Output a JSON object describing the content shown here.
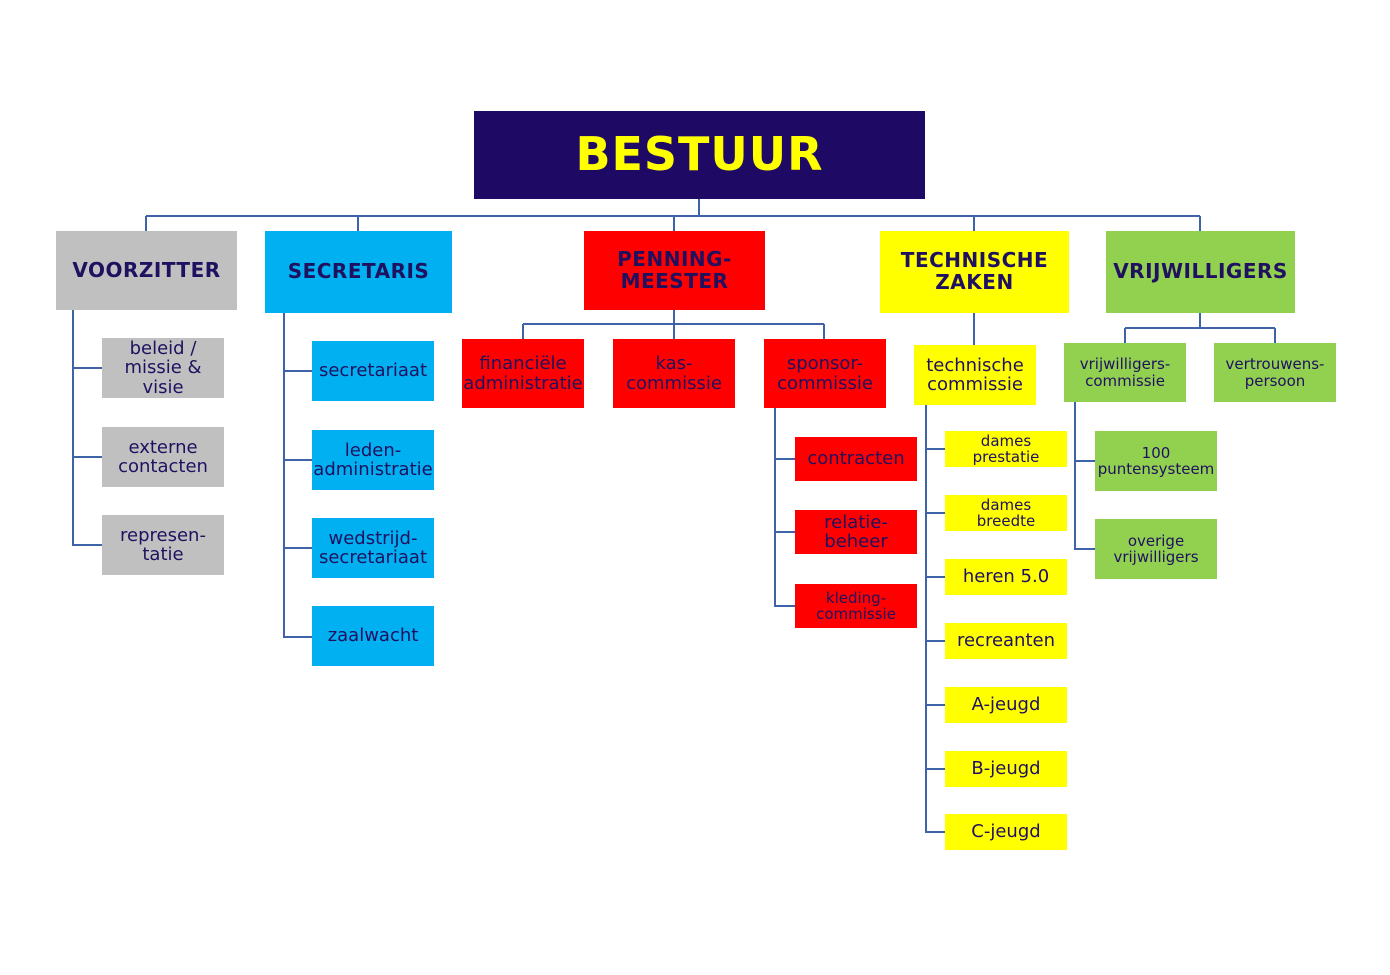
{
  "colors": {
    "root_bg": "#1e0a64",
    "root_text": "#ffff00",
    "node_text": "#1f1060",
    "connector": "#3f63a8",
    "voorzitter": "#c0c0c0",
    "secretaris": "#00b0f0",
    "penningmeester": "#ff0000",
    "technische_zaken": "#ffff00",
    "vrijwilligers": "#92d050"
  },
  "root": {
    "label": "BESTUUR"
  },
  "voorzitter": {
    "label": "VOORZITTER",
    "items": [
      "beleid /\nmissie & visie",
      "externe\ncontacten",
      "represen-\ntatie"
    ]
  },
  "secretaris": {
    "label": "SECRETARIS",
    "items": [
      "secretariaat",
      "leden-\nadministratie",
      "wedstrijd-\nsecretariaat",
      "zaalwacht"
    ]
  },
  "penningmeester": {
    "label": "PENNING-\nMEESTER",
    "items": [
      "financiële\nadministratie",
      "kas-\ncommissie",
      "sponsor-\ncommissie"
    ],
    "sponsor_items": [
      "contracten",
      "relatie-\nbeheer",
      "kleding-\ncommissie"
    ]
  },
  "technische_zaken": {
    "label": "TECHNISCHE\nZAKEN",
    "commissie": "technische\ncommissie",
    "items": [
      "dames\nprestatie",
      "dames\nbreedte",
      "heren 5.0",
      "recreanten",
      "A-jeugd",
      "B-jeugd",
      "C-jeugd"
    ]
  },
  "vrijwilligers": {
    "label": "VRIJWILLIGERS",
    "items": [
      "vrijwilligers-\ncommissie",
      "vertrouwens-\npersoon"
    ],
    "commissie_items": [
      "100\npuntensysteem",
      "overige\nvrijwilligers"
    ]
  }
}
